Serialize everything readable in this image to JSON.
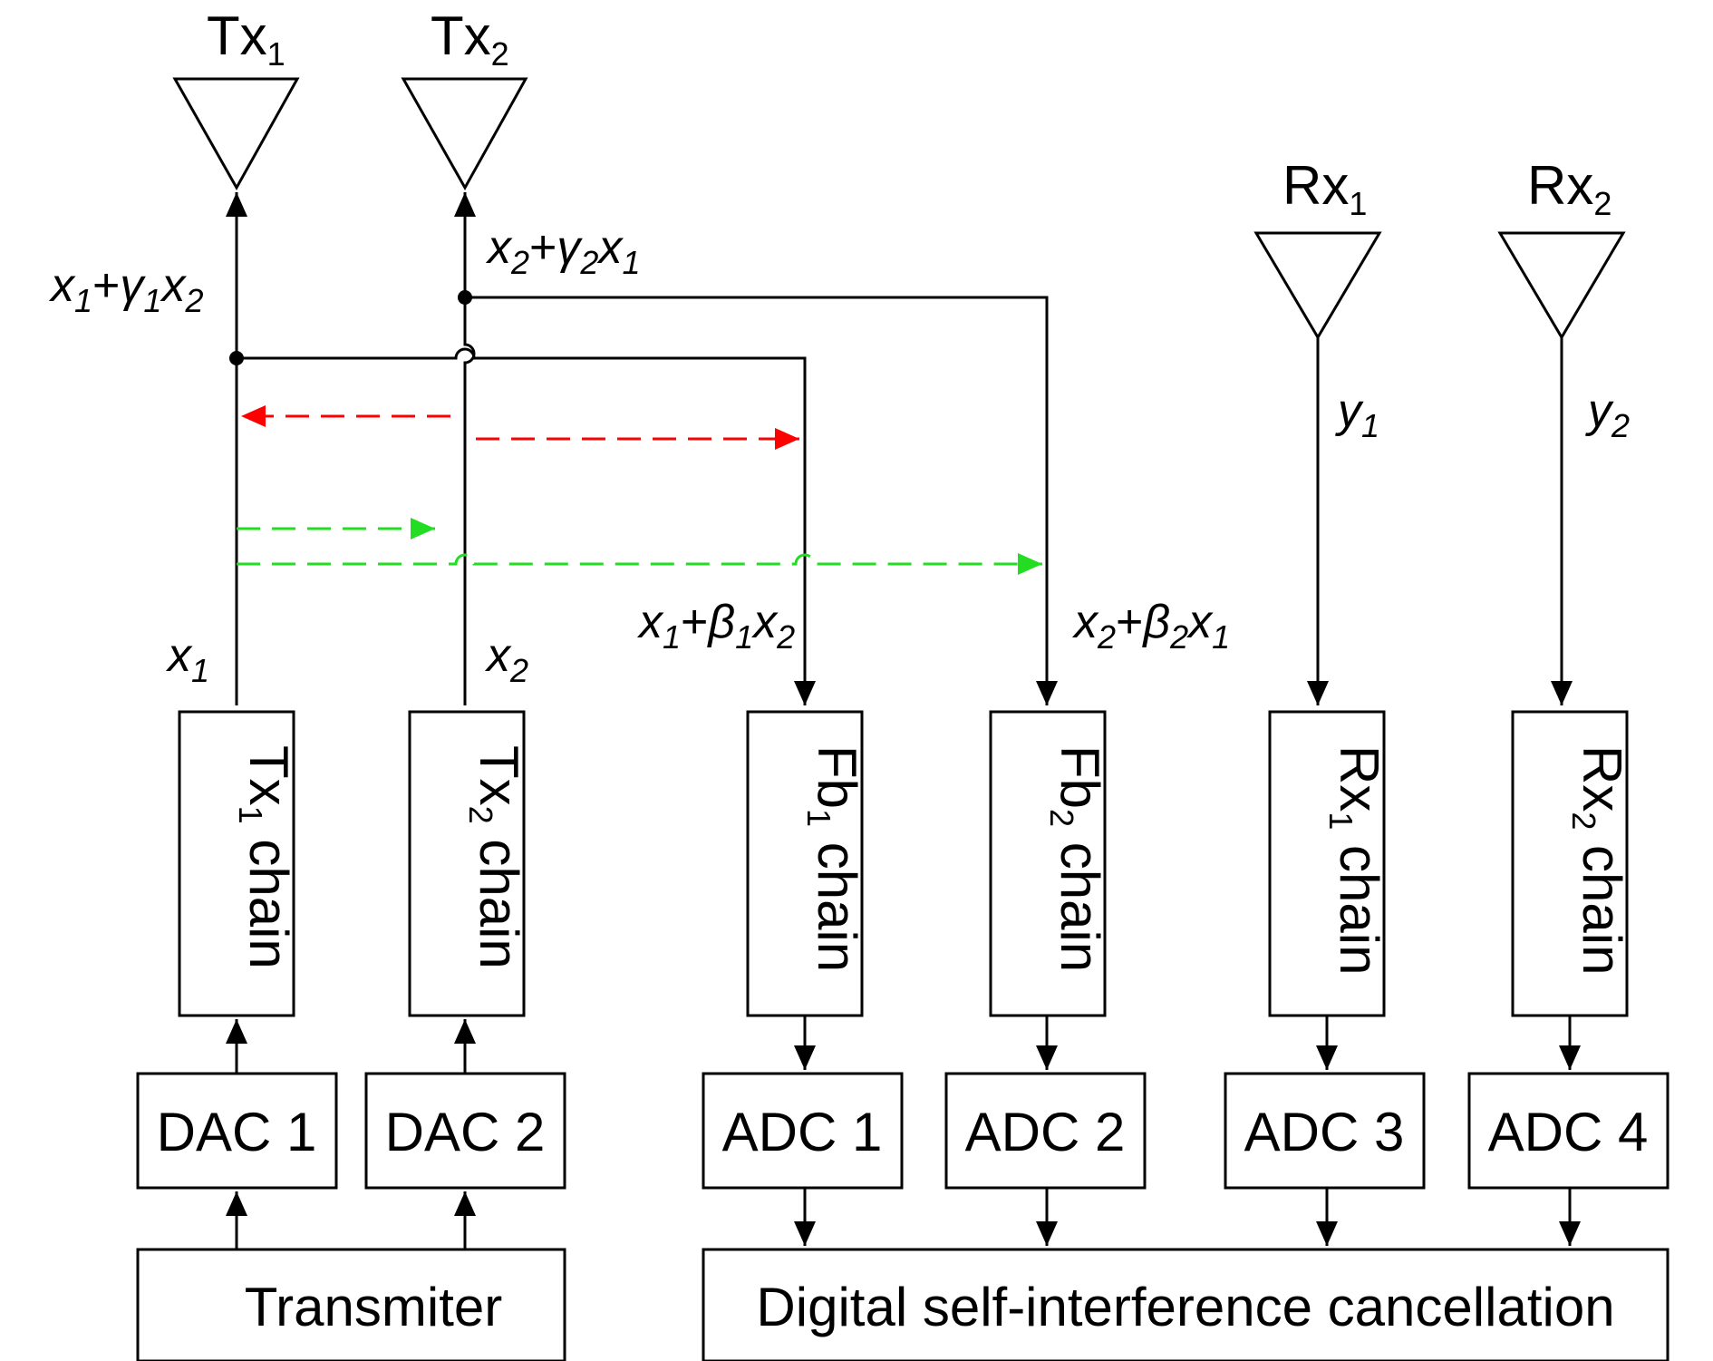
{
  "antennas": {
    "tx1": {
      "base": "Tx",
      "sub": "1"
    },
    "tx2": {
      "base": "Tx",
      "sub": "2"
    },
    "rx1": {
      "base": "Rx",
      "sub": "1"
    },
    "rx2": {
      "base": "Rx",
      "sub": "2"
    }
  },
  "signals": {
    "tx1_out": {
      "a": "x",
      "a_sub": "1",
      "op": "+",
      "coef": "γ",
      "coef_sub": "1",
      "b": "x",
      "b_sub": "2"
    },
    "tx2_out": {
      "a": "x",
      "a_sub": "2",
      "op": "+",
      "coef": "γ",
      "coef_sub": "2",
      "b": "x",
      "b_sub": "1"
    },
    "fb1_in": {
      "a": "x",
      "a_sub": "1",
      "op": "+",
      "coef": "β",
      "coef_sub": "1",
      "b": "x",
      "b_sub": "2"
    },
    "fb2_in": {
      "a": "x",
      "a_sub": "2",
      "op": "+",
      "coef": "β",
      "coef_sub": "2",
      "b": "x",
      "b_sub": "1"
    },
    "x1": {
      "base": "x",
      "sub": "1"
    },
    "x2": {
      "base": "x",
      "sub": "2"
    },
    "y1": {
      "base": "y",
      "sub": "1"
    },
    "y2": {
      "base": "y",
      "sub": "2"
    }
  },
  "chains": {
    "tx1": {
      "base": "Tx",
      "sub": "1",
      "rest": " chain"
    },
    "tx2": {
      "base": "Tx",
      "sub": "2",
      "rest": " chain"
    },
    "fb1": {
      "base": "Fb",
      "sub": "1",
      "rest": " chain"
    },
    "fb2": {
      "base": "Fb",
      "sub": "2",
      "rest": " chain"
    },
    "rx1": {
      "base": "Rx",
      "sub": "1",
      "rest": " chain"
    },
    "rx2": {
      "base": "Rx",
      "sub": "2",
      "rest": " chain"
    }
  },
  "converters": {
    "dac1": "DAC 1",
    "dac2": "DAC 2",
    "adc1": "ADC 1",
    "adc2": "ADC 2",
    "adc3": "ADC 3",
    "adc4": "ADC 4"
  },
  "blocks": {
    "transmitter": "Transmiter",
    "dsic": "Digital self-interference cancellation"
  },
  "colors": {
    "line": "#000000",
    "leakage_red": "#ff0000",
    "leakage_green": "#22dd22"
  }
}
